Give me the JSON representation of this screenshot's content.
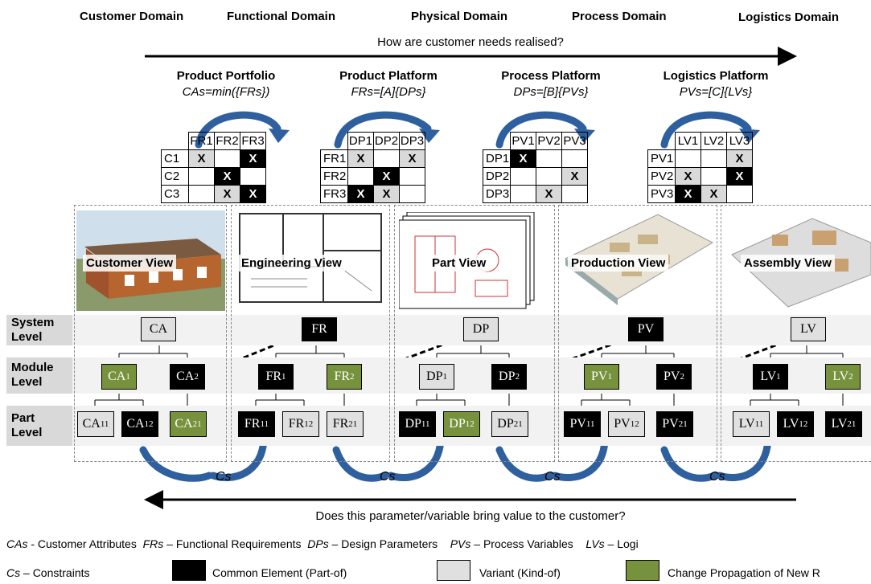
{
  "domains": [
    "Customer Domain",
    "Functional Domain",
    "Physical Domain",
    "Process Domain",
    "Logistics Domain"
  ],
  "top_question": "How are customer needs realised?",
  "bottom_question": "Does this parameter/variable bring value to the customer?",
  "platforms": [
    {
      "title": "Product Portfolio",
      "formula": "CAs=min({FRs})"
    },
    {
      "title": "Product Platform",
      "formula": "FRs=[A]{DPs}"
    },
    {
      "title": "Process Platform",
      "formula": "DPs=[B]{PVs}"
    },
    {
      "title": "Logistics Platform",
      "formula": "PVs=[C]{LVs}"
    }
  ],
  "matrices": [
    {
      "cols": [
        "FR1",
        "FR2",
        "FR3"
      ],
      "rows": [
        {
          "h": "C1",
          "c": [
            "xg",
            "",
            "xb"
          ]
        },
        {
          "h": "C2",
          "c": [
            "",
            "xb",
            ""
          ]
        },
        {
          "h": "C3",
          "c": [
            "",
            "xg",
            "xb"
          ]
        }
      ]
    },
    {
      "cols": [
        "DP1",
        "DP2",
        "DP3"
      ],
      "rows": [
        {
          "h": "FR1",
          "c": [
            "xg",
            "",
            "xg"
          ]
        },
        {
          "h": "FR2",
          "c": [
            "",
            "xb",
            ""
          ]
        },
        {
          "h": "FR3",
          "c": [
            "xb",
            "xg",
            ""
          ]
        }
      ]
    },
    {
      "cols": [
        "PV1",
        "PV2",
        "PV3"
      ],
      "rows": [
        {
          "h": "DP1",
          "c": [
            "xb",
            "",
            ""
          ]
        },
        {
          "h": "DP2",
          "c": [
            "",
            "",
            "xg"
          ]
        },
        {
          "h": "DP3",
          "c": [
            "",
            "xg",
            ""
          ]
        }
      ]
    },
    {
      "cols": [
        "LV1",
        "LV2",
        "LV3"
      ],
      "rows": [
        {
          "h": "PV1",
          "c": [
            "",
            "",
            "xg"
          ]
        },
        {
          "h": "PV2",
          "c": [
            "xg",
            "",
            "xb"
          ]
        },
        {
          "h": "PV3",
          "c": [
            "xb",
            "xg",
            ""
          ]
        }
      ]
    }
  ],
  "cell_mark": "X",
  "views": [
    "Customer View",
    "Engineering View",
    "Part View",
    "Production View",
    "Assembly View"
  ],
  "levels": {
    "system": "System Level",
    "module": "Module Level",
    "part": "Part Level"
  },
  "system_nodes": [
    "CA",
    "FR",
    "DP",
    "PV",
    "LV"
  ],
  "module_nodes": [
    {
      "b": "CA",
      "s": "1"
    },
    {
      "b": "CA",
      "s": "2"
    },
    {
      "b": "FR",
      "s": "1"
    },
    {
      "b": "FR",
      "s": "2"
    },
    {
      "b": "DP",
      "s": "1"
    },
    {
      "b": "DP",
      "s": "2"
    },
    {
      "b": "PV",
      "s": "1"
    },
    {
      "b": "PV",
      "s": "2"
    },
    {
      "b": "LV",
      "s": "1"
    },
    {
      "b": "LV",
      "s": "2"
    }
  ],
  "part_nodes": [
    {
      "b": "CA",
      "s": "11"
    },
    {
      "b": "CA",
      "s": "12"
    },
    {
      "b": "CA",
      "s": "21"
    },
    {
      "b": "FR",
      "s": "11"
    },
    {
      "b": "FR",
      "s": "12"
    },
    {
      "b": "FR",
      "s": "21"
    },
    {
      "b": "DP",
      "s": "11"
    },
    {
      "b": "DP",
      "s": "12"
    },
    {
      "b": "DP",
      "s": "21"
    },
    {
      "b": "PV",
      "s": "11"
    },
    {
      "b": "PV",
      "s": "12"
    },
    {
      "b": "PV",
      "s": "21"
    },
    {
      "b": "LV",
      "s": "11"
    },
    {
      "b": "LV",
      "s": "12"
    },
    {
      "b": "LV",
      "s": "21"
    }
  ],
  "constraint_label": "Cs",
  "legend": {
    "ca": {
      "k": "CAs",
      "t": " - Customer Attributes"
    },
    "fr": {
      "k": "FRs",
      "t": " – Functional Requirements"
    },
    "dp": {
      "k": "DPs",
      "t": " – Design Parameters"
    },
    "pv": {
      "k": "PVs",
      "t": " – Process Variables"
    },
    "lv": {
      "k": "LVs",
      "t": " – Logi"
    },
    "cs": {
      "k": "Cs",
      "t": " – Constraints"
    },
    "common": "Common Element (Part-of)",
    "variant": "Variant (Kind-of)",
    "change": "Change Propagation of New R"
  },
  "colors": {
    "green": "#76923c",
    "black": "#000000",
    "grey": "#e0e0e0",
    "blue": "#2e5f9e"
  }
}
